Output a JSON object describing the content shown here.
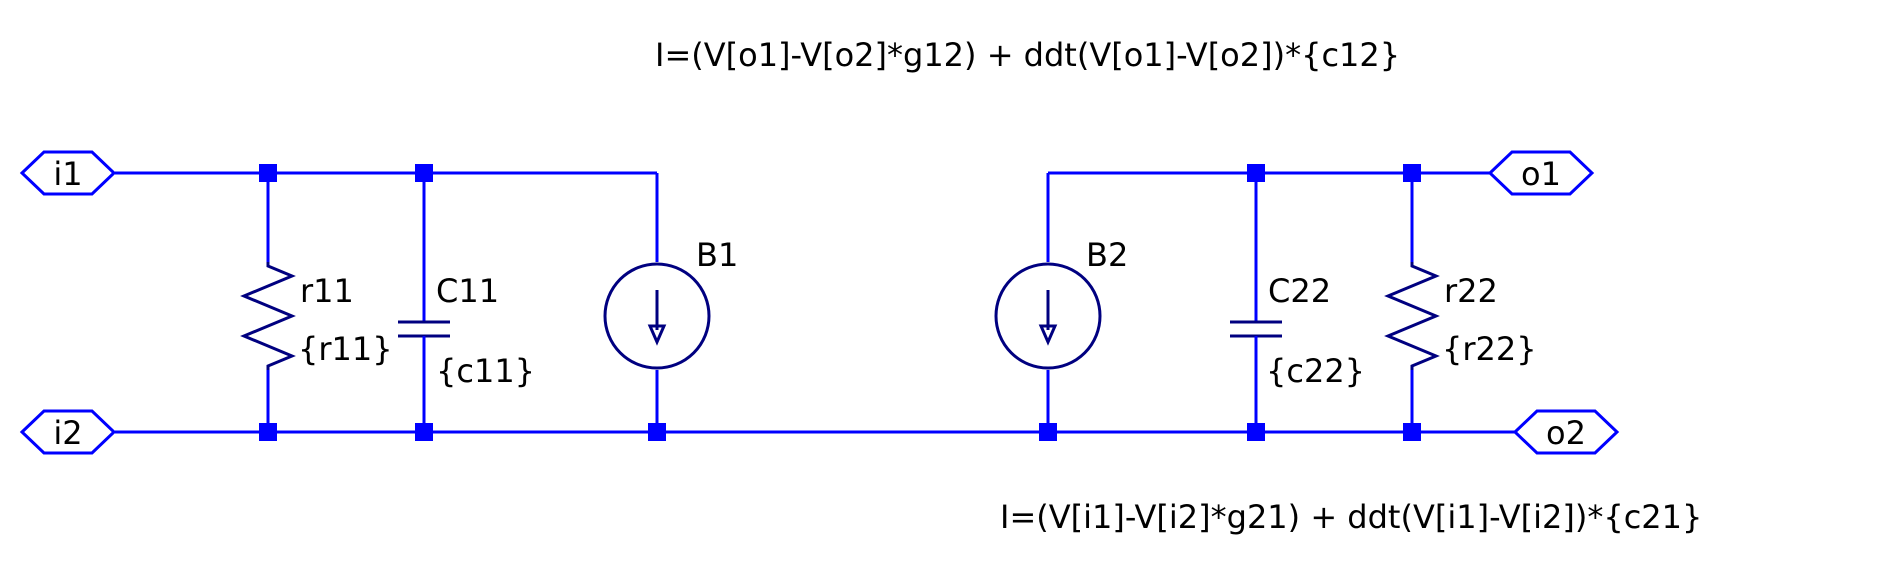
{
  "equations": {
    "b1": "I=(V[o1]-V[o2]*g12) + ddt(V[o1]-V[o2])*{c12}",
    "b2": "I=(V[i1]-V[i2]*g21) + ddt(V[i1]-V[i2])*{c21}"
  },
  "ports": {
    "i1": "i1",
    "i2": "i2",
    "o1": "o1",
    "o2": "o2"
  },
  "components": {
    "r11": {
      "name": "r11",
      "value": "{r11}"
    },
    "c11": {
      "name": "C11",
      "value": "{c11}"
    },
    "b1": {
      "name": "B1"
    },
    "b2": {
      "name": "B2"
    },
    "c22": {
      "name": "C22",
      "value": "{c22}"
    },
    "r22": {
      "name": "r22",
      "value": "{r22}"
    }
  },
  "colors": {
    "wire": "#0000ff",
    "component": "#000080",
    "text": "#000000"
  }
}
